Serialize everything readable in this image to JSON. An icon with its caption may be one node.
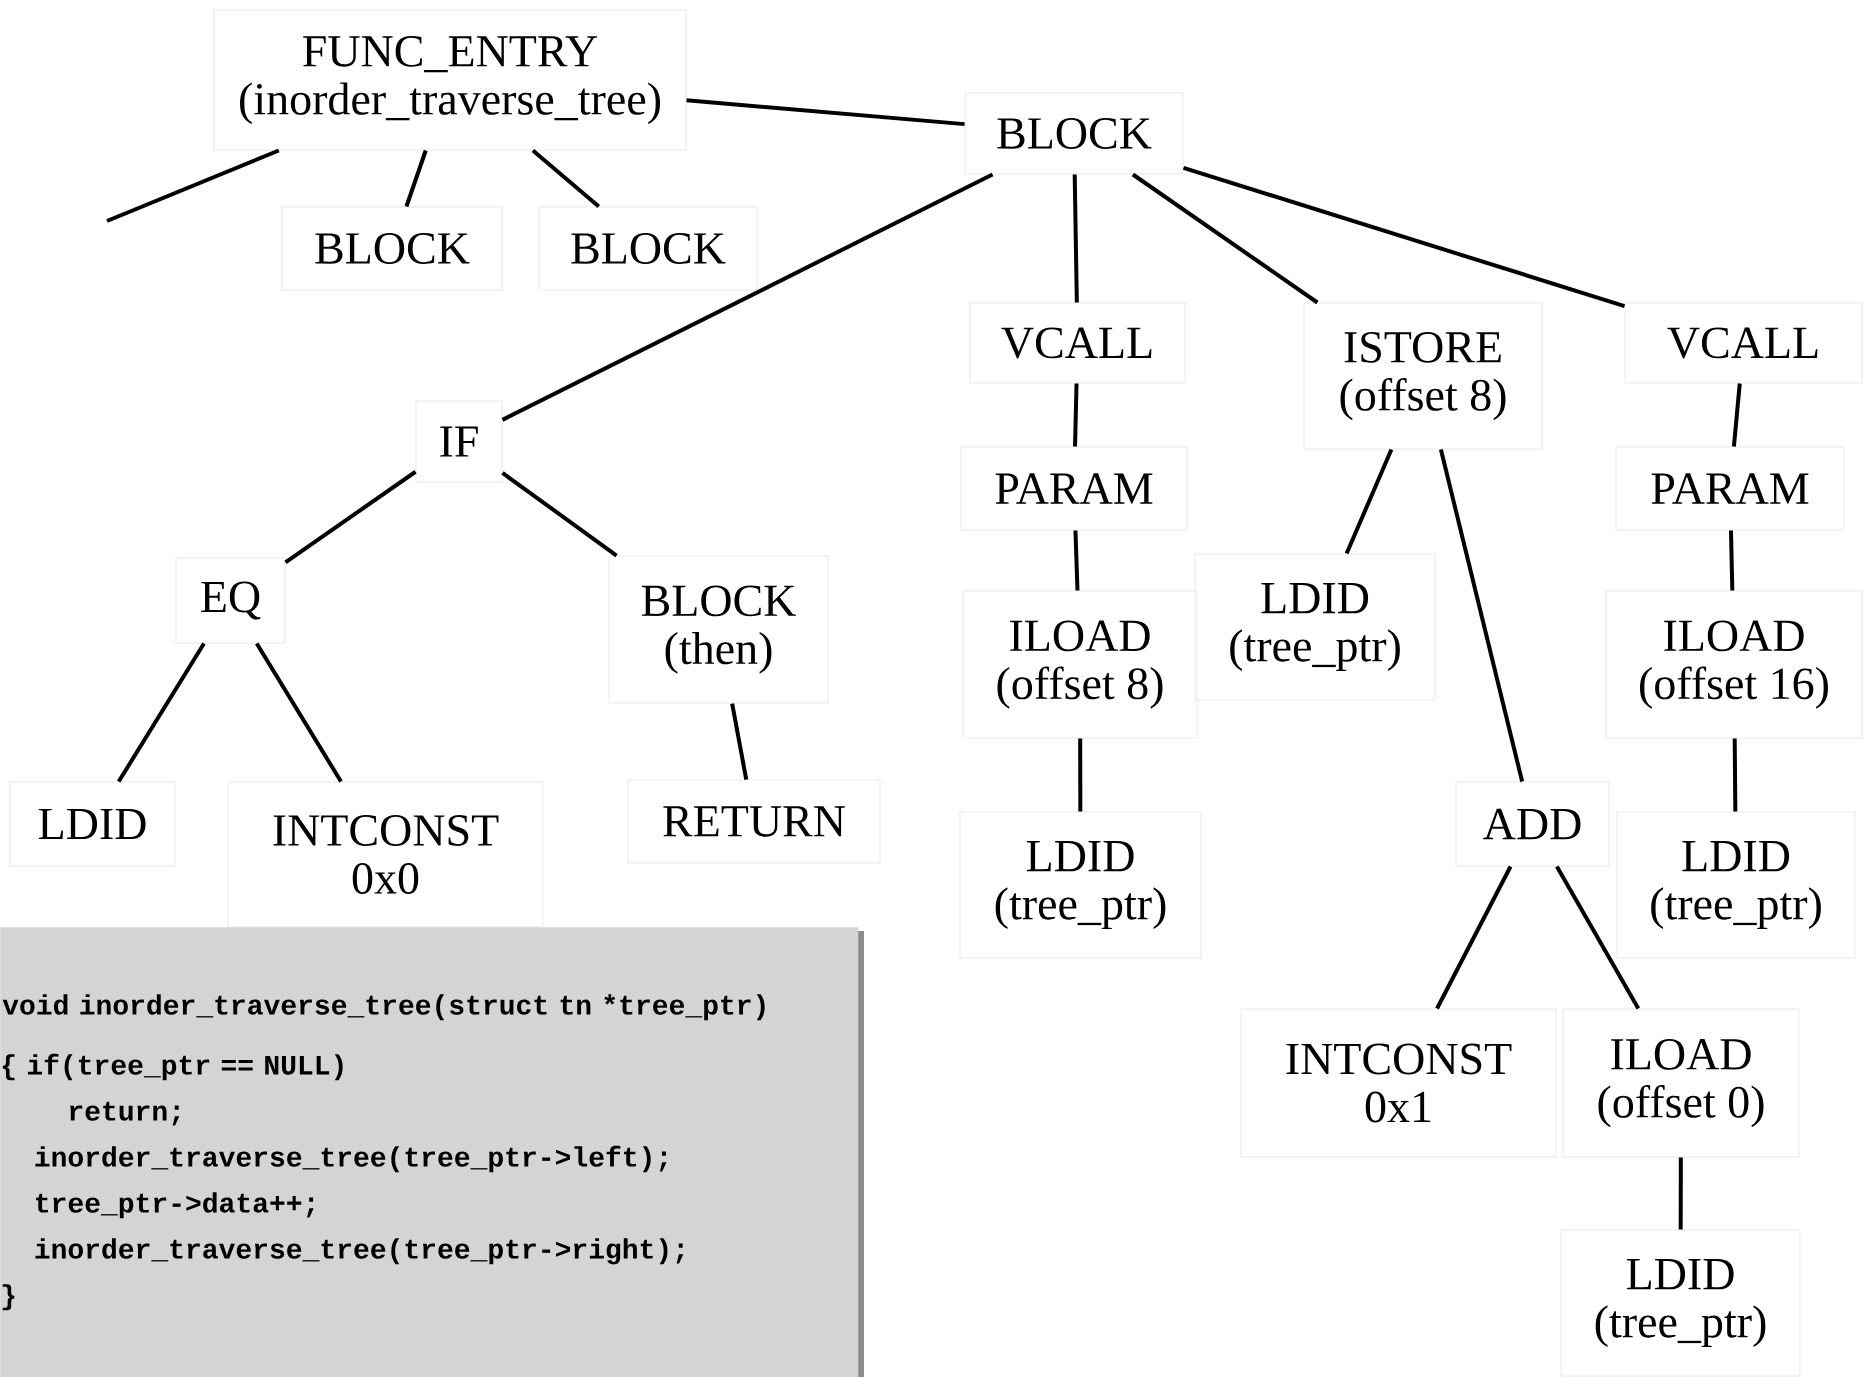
{
  "diagram": {
    "nodes": [
      {
        "text": [
          "FUNC_ENTRY",
          "(inorder_traverse_tree)"
        ]
      },
      {
        "text": [
          "BLOCK"
        ]
      },
      {
        "text": [
          "BLOCK"
        ]
      },
      {
        "text": [
          "BLOCK"
        ]
      },
      {
        "text": [
          "IF"
        ]
      },
      {
        "text": [
          "VCALL"
        ]
      },
      {
        "text": [
          "ISTORE",
          "(offset 8)"
        ]
      },
      {
        "text": [
          "VCALL"
        ]
      },
      {
        "text": [
          "EQ"
        ]
      },
      {
        "text": [
          "BLOCK",
          "(then)"
        ]
      },
      {
        "text": [
          "PARAM"
        ]
      },
      {
        "text": [
          "LDID",
          "(tree_ptr)"
        ]
      },
      {
        "text": [
          "PARAM"
        ]
      },
      {
        "text": [
          "LDID"
        ]
      },
      {
        "text": [
          "INTCONST",
          "0x0"
        ]
      },
      {
        "text": [
          "RETURN"
        ]
      },
      {
        "text": [
          "ILOAD",
          "(offset 8)"
        ]
      },
      {
        "text": [
          "ADD"
        ]
      },
      {
        "text": [
          "ILOAD",
          "(offset 16)"
        ]
      },
      {
        "text": [
          "LDID",
          "(tree_ptr)"
        ]
      },
      {
        "text": [
          "LDID",
          "(tree_ptr)"
        ]
      },
      {
        "text": [
          "INTCONST",
          "0x1"
        ]
      },
      {
        "text": [
          "ILOAD",
          "(offset 0)"
        ]
      },
      {
        "text": [
          "LDID",
          "(tree_ptr)"
        ]
      },
      {
        "text": [
          "void inorder_traverse_tree(struct tn *tree_ptr)",
          "{ if(tree_ptr == NULL)",
          "return;",
          "inorder_traverse_tree(tree_ptr->left);",
          "tree_ptr->data++;",
          "inorder_traverse_tree(tree_ptr->right);",
          "}"
        ]
      }
    ],
    "edges": [
      {
        "from": 0,
        "to": null,
        "arrow": "none"
      },
      {
        "from": 0,
        "to": 2,
        "arrow": "none"
      },
      {
        "from": 0,
        "to": 3,
        "arrow": "none"
      },
      {
        "from": 0,
        "to": 1,
        "arrow": "none"
      },
      {
        "from": 1,
        "to": 4,
        "arrow": "none"
      },
      {
        "from": 1,
        "to": 5,
        "arrow": "none"
      },
      {
        "from": 1,
        "to": 6,
        "arrow": "none"
      },
      {
        "from": 1,
        "to": 7,
        "arrow": "none"
      },
      {
        "from": 4,
        "to": 8,
        "arrow": "none"
      },
      {
        "from": 4,
        "to": 9,
        "arrow": "none"
      },
      {
        "from": 8,
        "to": 13,
        "arrow": "none"
      },
      {
        "from": 8,
        "to": 14,
        "arrow": "none"
      },
      {
        "from": 9,
        "to": 15,
        "arrow": "none"
      },
      {
        "from": 5,
        "to": 10,
        "arrow": "none"
      },
      {
        "from": 10,
        "to": 16,
        "arrow": "none"
      },
      {
        "from": 16,
        "to": 19,
        "arrow": "none"
      },
      {
        "from": 6,
        "to": 11,
        "arrow": "none"
      },
      {
        "from": 6,
        "to": 17,
        "arrow": "none"
      },
      {
        "from": 17,
        "to": 21,
        "arrow": "none"
      },
      {
        "from": 17,
        "to": 22,
        "arrow": "none"
      },
      {
        "from": 22,
        "to": 23,
        "arrow": "none"
      },
      {
        "from": 7,
        "to": 12,
        "arrow": "none"
      },
      {
        "from": 12,
        "to": 18,
        "arrow": "none"
      },
      {
        "from": 18,
        "to": 20,
        "arrow": "none"
      }
    ]
  }
}
